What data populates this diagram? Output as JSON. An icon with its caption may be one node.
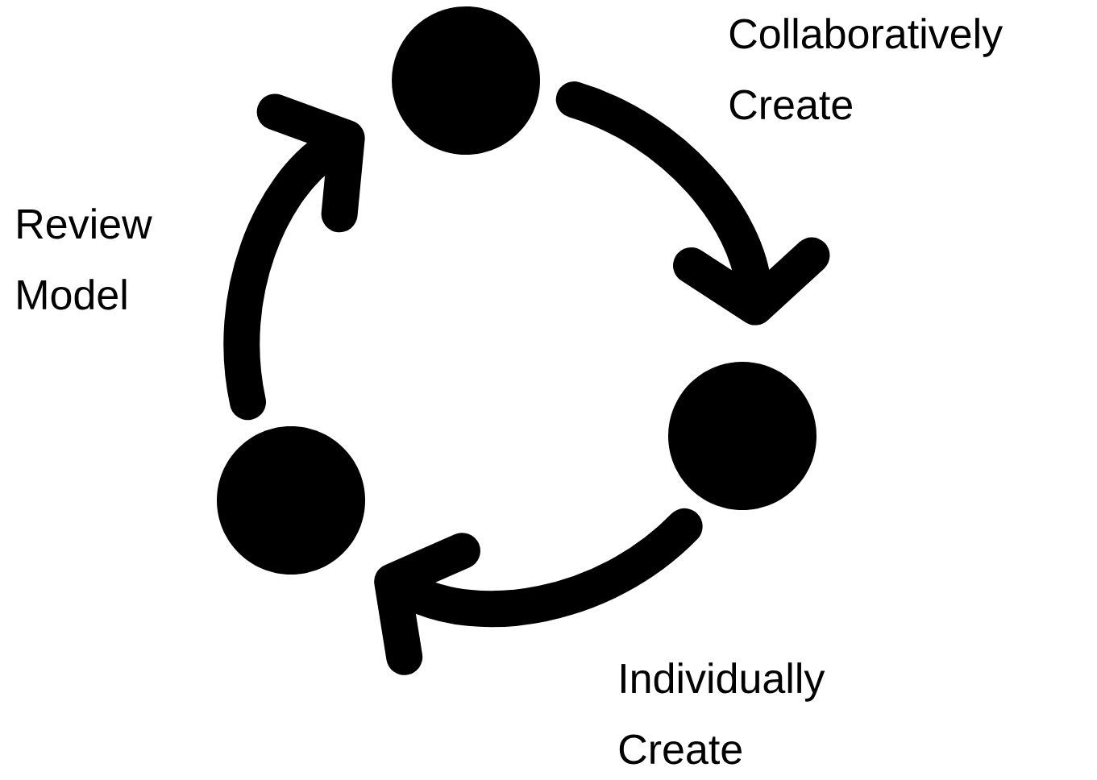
{
  "diagram": {
    "nodes": [
      {
        "text": [],
        "shape": "circle"
      },
      {
        "text": [],
        "shape": "circle"
      },
      {
        "text": [],
        "shape": "circle"
      }
    ],
    "edges": [
      {
        "from": 0,
        "to": 1,
        "arrow": "to",
        "label": "Collaboratively Create"
      },
      {
        "from": 1,
        "to": 2,
        "arrow": "to",
        "label": "Individually Create"
      },
      {
        "from": 2,
        "to": 0,
        "arrow": "to",
        "label": "Review Model"
      }
    ]
  }
}
